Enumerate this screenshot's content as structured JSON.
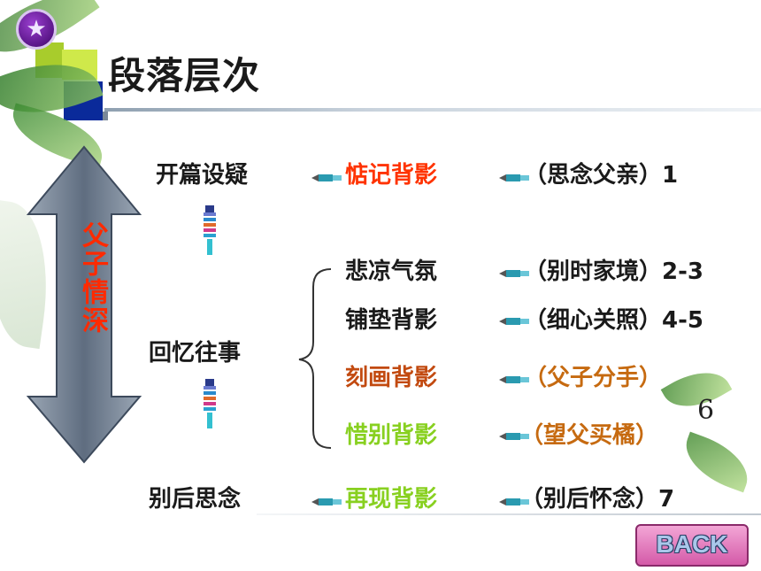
{
  "title": "段落层次",
  "side_label": "父子情深",
  "page_number": "6",
  "back_label": "BACK",
  "rows": [
    {
      "section": "开篇设疑",
      "topic": "惦记背影",
      "detail": "（思念父亲）1"
    },
    {
      "section": "",
      "topic": "悲凉气氛",
      "detail": "（别时家境）2-3"
    },
    {
      "section": "",
      "topic": "铺垫背影",
      "detail": "（细心关照）4-5"
    },
    {
      "section": "回忆往事",
      "topic": "刻画背影",
      "detail": "（父子分手）"
    },
    {
      "section": "",
      "topic": "惜别背影",
      "detail": "（望父买橘）"
    },
    {
      "section": "别后思念",
      "topic": "再现背影",
      "detail": "（别后怀念）7"
    }
  ],
  "colors": {
    "accent_red": "#ff3300",
    "accent_orange": "#c24a10",
    "accent_green": "#88d020",
    "arrow_fill": "#7c8a9c"
  },
  "icons": [
    "star-badge-icon",
    "pen-icon",
    "spring-icon",
    "back-button-icon"
  ]
}
